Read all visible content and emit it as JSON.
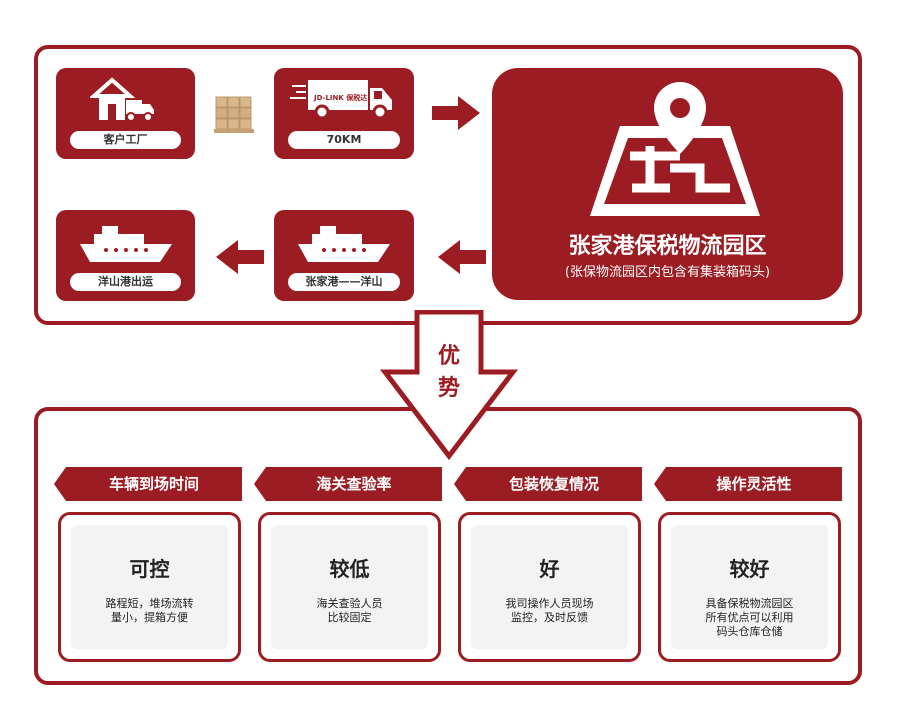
{
  "flow": {
    "customer_factory": "客户工厂",
    "truck_distance": "70KM",
    "yangshan_port": "洋山港出运",
    "route": "张家港——洋山",
    "truck_logo": "JD-LINK 保税达",
    "map_logo": "JD-LINK 保税达"
  },
  "zone": {
    "title": "张家港保税物流园区",
    "subtitle": "(张保物流园区内包含有集装箱码头)"
  },
  "advantage_label_1": "优",
  "advantage_label_2": "势",
  "advantages": [
    {
      "header": "车辆到场时间",
      "rating": "可控",
      "desc": "路程短，堆场流转\n量小，提箱方便"
    },
    {
      "header": "海关查验率",
      "rating": "较低",
      "desc": "海关查验人员\n比较固定"
    },
    {
      "header": "包装恢复情况",
      "rating": "好",
      "desc": "我司操作人员现场\n监控，及时反馈"
    },
    {
      "header": "操作灵活性",
      "rating": "较好",
      "desc": "具备保税物流园区\n所有优点可以利用\n码头仓库仓储"
    }
  ],
  "colors": {
    "primary": "#9b1c22",
    "panel_bg": "#f3f3f3"
  }
}
